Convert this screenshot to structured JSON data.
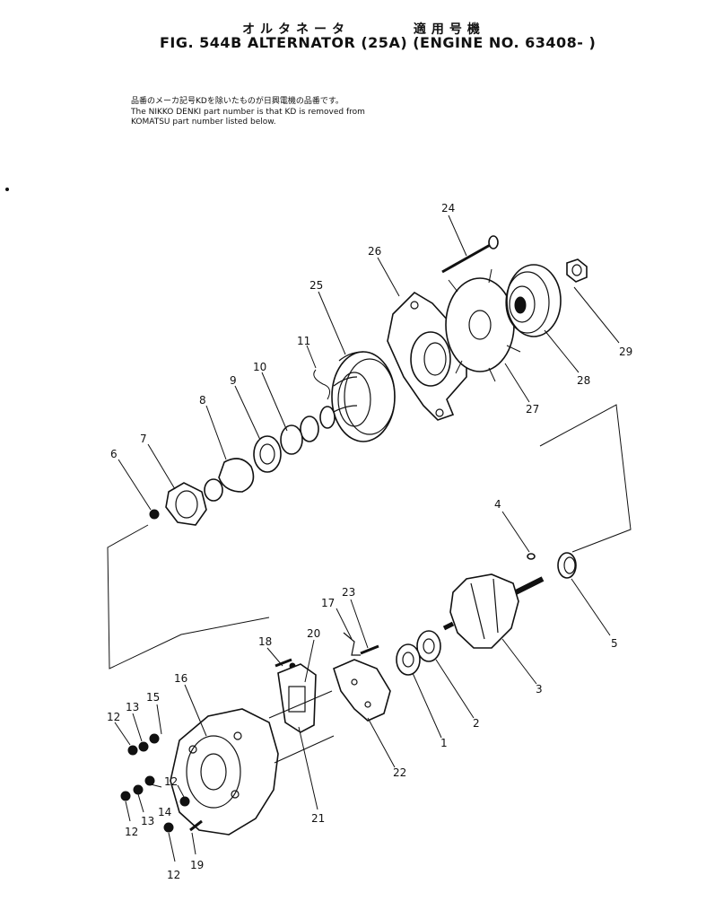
{
  "header": {
    "jp_title": "オルタネータ",
    "jp_applicable": "適用号機",
    "title": "FIG. 544B  ALTERNATOR (25A) (ENGINE NO. 63408- )"
  },
  "note": {
    "line1": "品番のメーカ記号KDを除いたものが日興電機の品番です。",
    "line2": "The NIKKO DENKI part number is that KD is removed from",
    "line3": "KOMATSU part number listed below."
  },
  "callouts": {
    "c1": "1",
    "c2": "2",
    "c3": "3",
    "c4": "4",
    "c5": "5",
    "c6": "6",
    "c7": "7",
    "c8": "8",
    "c9": "9",
    "c10": "10",
    "c11": "11",
    "c12a": "12",
    "c12b": "12",
    "c12c": "12",
    "c12d": "12",
    "c13a": "13",
    "c13b": "13",
    "c14": "14",
    "c15": "15",
    "c16": "16",
    "c17": "17",
    "c18": "18",
    "c19": "19",
    "c20": "20",
    "c21": "21",
    "c22": "22",
    "c23": "23",
    "c24": "24",
    "c25": "25",
    "c26": "26",
    "c27": "27",
    "c28": "28",
    "c29": "29"
  }
}
